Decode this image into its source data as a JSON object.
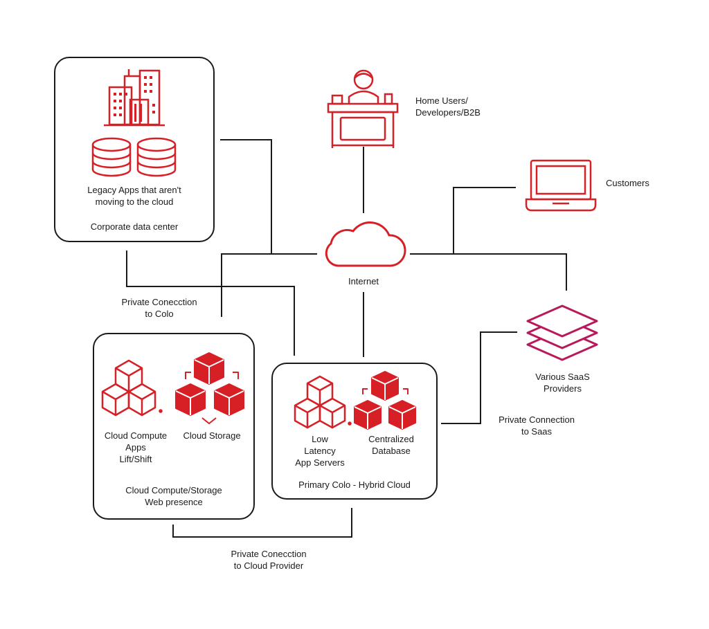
{
  "colors": {
    "accent": "#d71f26",
    "saas": "#b8195a",
    "line": "#1a1a1a"
  },
  "nodes": {
    "corporate": {
      "label": "Corporate data center",
      "caption": "Legacy Apps that aren't\nmoving to the cloud",
      "icons": [
        "office-buildings-icon",
        "database-icon",
        "database-icon"
      ]
    },
    "home_users": {
      "label": "Home Users/\nDevelopers/B2B",
      "icon": "desk-worker-icon"
    },
    "customers": {
      "label": "Customers",
      "icon": "laptop-icon"
    },
    "internet": {
      "label": "Internet",
      "icon": "cloud-icon"
    },
    "saas": {
      "label": "Various SaaS\nProviders",
      "icon": "stacked-layers-icon"
    },
    "cloud_compute": {
      "label": "Cloud Compute/Storage\nWeb presence",
      "items": [
        {
          "label": "Cloud Compute\nApps\nLift/Shift",
          "icon": "cubes-icon"
        },
        {
          "label": "Cloud Storage",
          "icon": "storage-cubes-icon"
        }
      ]
    },
    "primary_colo": {
      "label": "Primary Colo - Hybrid Cloud",
      "items": [
        {
          "label": "Low\nLatency\nApp Servers",
          "icon": "cubes-icon"
        },
        {
          "label": "Centralized\nDatabase",
          "icon": "storage-cubes-icon"
        }
      ]
    }
  },
  "connections": {
    "private_colo": "Private Conecction\nto Colo",
    "private_cloud": "Private Conecction\nto Cloud Provider",
    "private_saas": "Private Connection\nto Saas"
  }
}
